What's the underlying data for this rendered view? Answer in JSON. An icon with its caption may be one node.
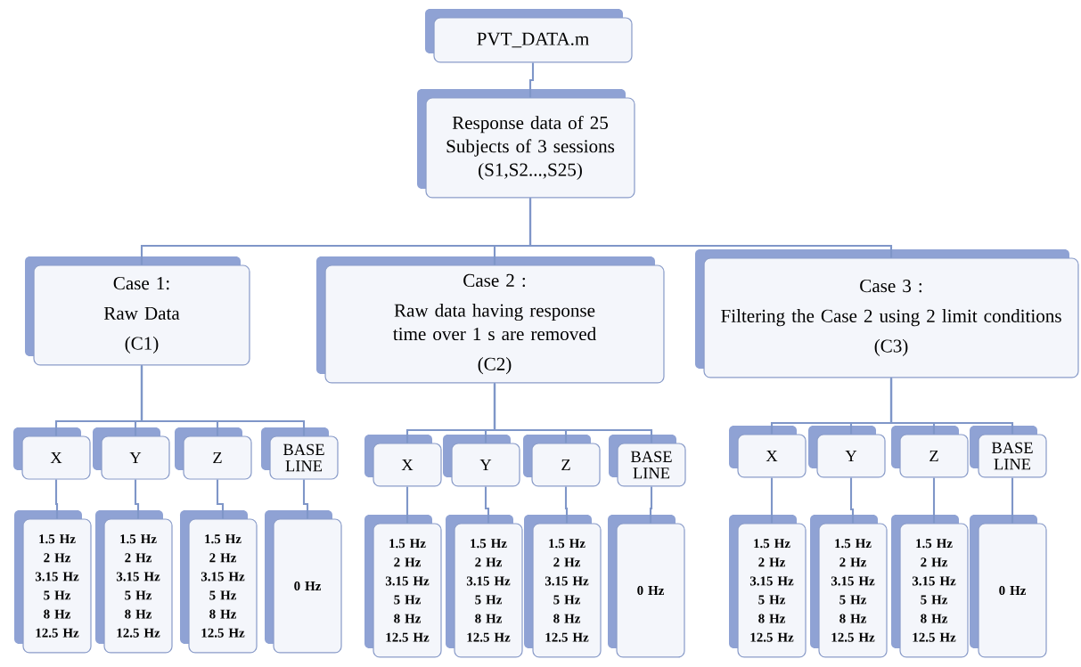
{
  "diagram": {
    "nodes": [
      {
        "text": [
          "PVT_DATA.m"
        ]
      },
      {
        "text": [
          "Response data of 25 Subjects of 3 sessions",
          "(S1,S2...,S25)"
        ]
      },
      {
        "text": [
          "Case 1:",
          "Raw Data",
          "(C1)"
        ]
      },
      {
        "text": [
          "Case 2 :",
          "Raw data having response time over 1 s are removed",
          "(C2)"
        ]
      },
      {
        "text": [
          "Case 3 :",
          "Filtering the Case 2 using 2 limit conditions",
          "(C3)"
        ]
      },
      {
        "text": [
          "X"
        ]
      },
      {
        "text": [
          "Y"
        ]
      },
      {
        "text": [
          "Z"
        ]
      },
      {
        "text": [
          "BASE LINE"
        ]
      },
      {
        "text": [
          "1.5 Hz",
          "2 Hz",
          "3.15 Hz",
          "5 Hz",
          "8 Hz",
          "12.5 Hz"
        ]
      },
      {
        "text": [
          "1.5 Hz",
          "2 Hz",
          "3.15 Hz",
          "5 Hz",
          "8 Hz",
          "12.5 Hz"
        ]
      },
      {
        "text": [
          "1.5 Hz",
          "2 Hz",
          "3.15 Hz",
          "5 Hz",
          "8 Hz",
          "12.5 Hz"
        ]
      },
      {
        "text": [
          "0 Hz"
        ]
      },
      {
        "text": [
          "X"
        ]
      },
      {
        "text": [
          "Y"
        ]
      },
      {
        "text": [
          "Z"
        ]
      },
      {
        "text": [
          "BASE LINE"
        ]
      },
      {
        "text": [
          "1.5 Hz",
          "2 Hz",
          "3.15 Hz",
          "5 Hz",
          "8 Hz",
          "12.5 Hz"
        ]
      },
      {
        "text": [
          "1.5 Hz",
          "2 Hz",
          "3.15 Hz",
          "5 Hz",
          "8 Hz",
          "12.5 Hz"
        ]
      },
      {
        "text": [
          "1.5 Hz",
          "2 Hz",
          "3.15 Hz",
          "5 Hz",
          "8 Hz",
          "12.5 Hz"
        ]
      },
      {
        "text": [
          "0 Hz"
        ]
      },
      {
        "text": [
          "X"
        ]
      },
      {
        "text": [
          "Y"
        ]
      },
      {
        "text": [
          "Z"
        ]
      },
      {
        "text": [
          "BASE LINE"
        ]
      },
      {
        "text": [
          "1.5 Hz",
          "2 Hz",
          "3.15 Hz",
          "5 Hz",
          "8 Hz",
          "12.5 Hz"
        ]
      },
      {
        "text": [
          "1.5 Hz",
          "2 Hz",
          "3.15 Hz",
          "5 Hz",
          "8 Hz",
          "12.5 Hz"
        ]
      },
      {
        "text": [
          "1.5 Hz",
          "2 Hz",
          "3.15 Hz",
          "5 Hz",
          "8 Hz",
          "12.5 Hz"
        ]
      },
      {
        "text": [
          "0 Hz"
        ]
      }
    ],
    "edges": [
      {
        "from": 0,
        "to": 1,
        "arrow": "none"
      },
      {
        "from": 1,
        "to": 2,
        "arrow": "none"
      },
      {
        "from": 1,
        "to": 3,
        "arrow": "none"
      },
      {
        "from": 1,
        "to": 4,
        "arrow": "none"
      },
      {
        "from": 2,
        "to": 5,
        "arrow": "none"
      },
      {
        "from": 2,
        "to": 6,
        "arrow": "none"
      },
      {
        "from": 2,
        "to": 7,
        "arrow": "none"
      },
      {
        "from": 2,
        "to": 8,
        "arrow": "none"
      },
      {
        "from": 5,
        "to": 9,
        "arrow": "none"
      },
      {
        "from": 6,
        "to": 10,
        "arrow": "none"
      },
      {
        "from": 7,
        "to": 11,
        "arrow": "none"
      },
      {
        "from": 8,
        "to": 12,
        "arrow": "none"
      },
      {
        "from": 3,
        "to": 13,
        "arrow": "none"
      },
      {
        "from": 3,
        "to": 14,
        "arrow": "none"
      },
      {
        "from": 3,
        "to": 15,
        "arrow": "none"
      },
      {
        "from": 3,
        "to": 16,
        "arrow": "none"
      },
      {
        "from": 13,
        "to": 17,
        "arrow": "none"
      },
      {
        "from": 14,
        "to": 18,
        "arrow": "none"
      },
      {
        "from": 15,
        "to": 19,
        "arrow": "none"
      },
      {
        "from": 16,
        "to": 20,
        "arrow": "none"
      },
      {
        "from": 4,
        "to": 21,
        "arrow": "none"
      },
      {
        "from": 4,
        "to": 22,
        "arrow": "none"
      },
      {
        "from": 4,
        "to": 23,
        "arrow": "none"
      },
      {
        "from": 4,
        "to": 24,
        "arrow": "none"
      },
      {
        "from": 21,
        "to": 25,
        "arrow": "none"
      },
      {
        "from": 22,
        "to": 26,
        "arrow": "none"
      },
      {
        "from": 23,
        "to": 27,
        "arrow": "none"
      },
      {
        "from": 24,
        "to": 28,
        "arrow": "none"
      }
    ]
  }
}
